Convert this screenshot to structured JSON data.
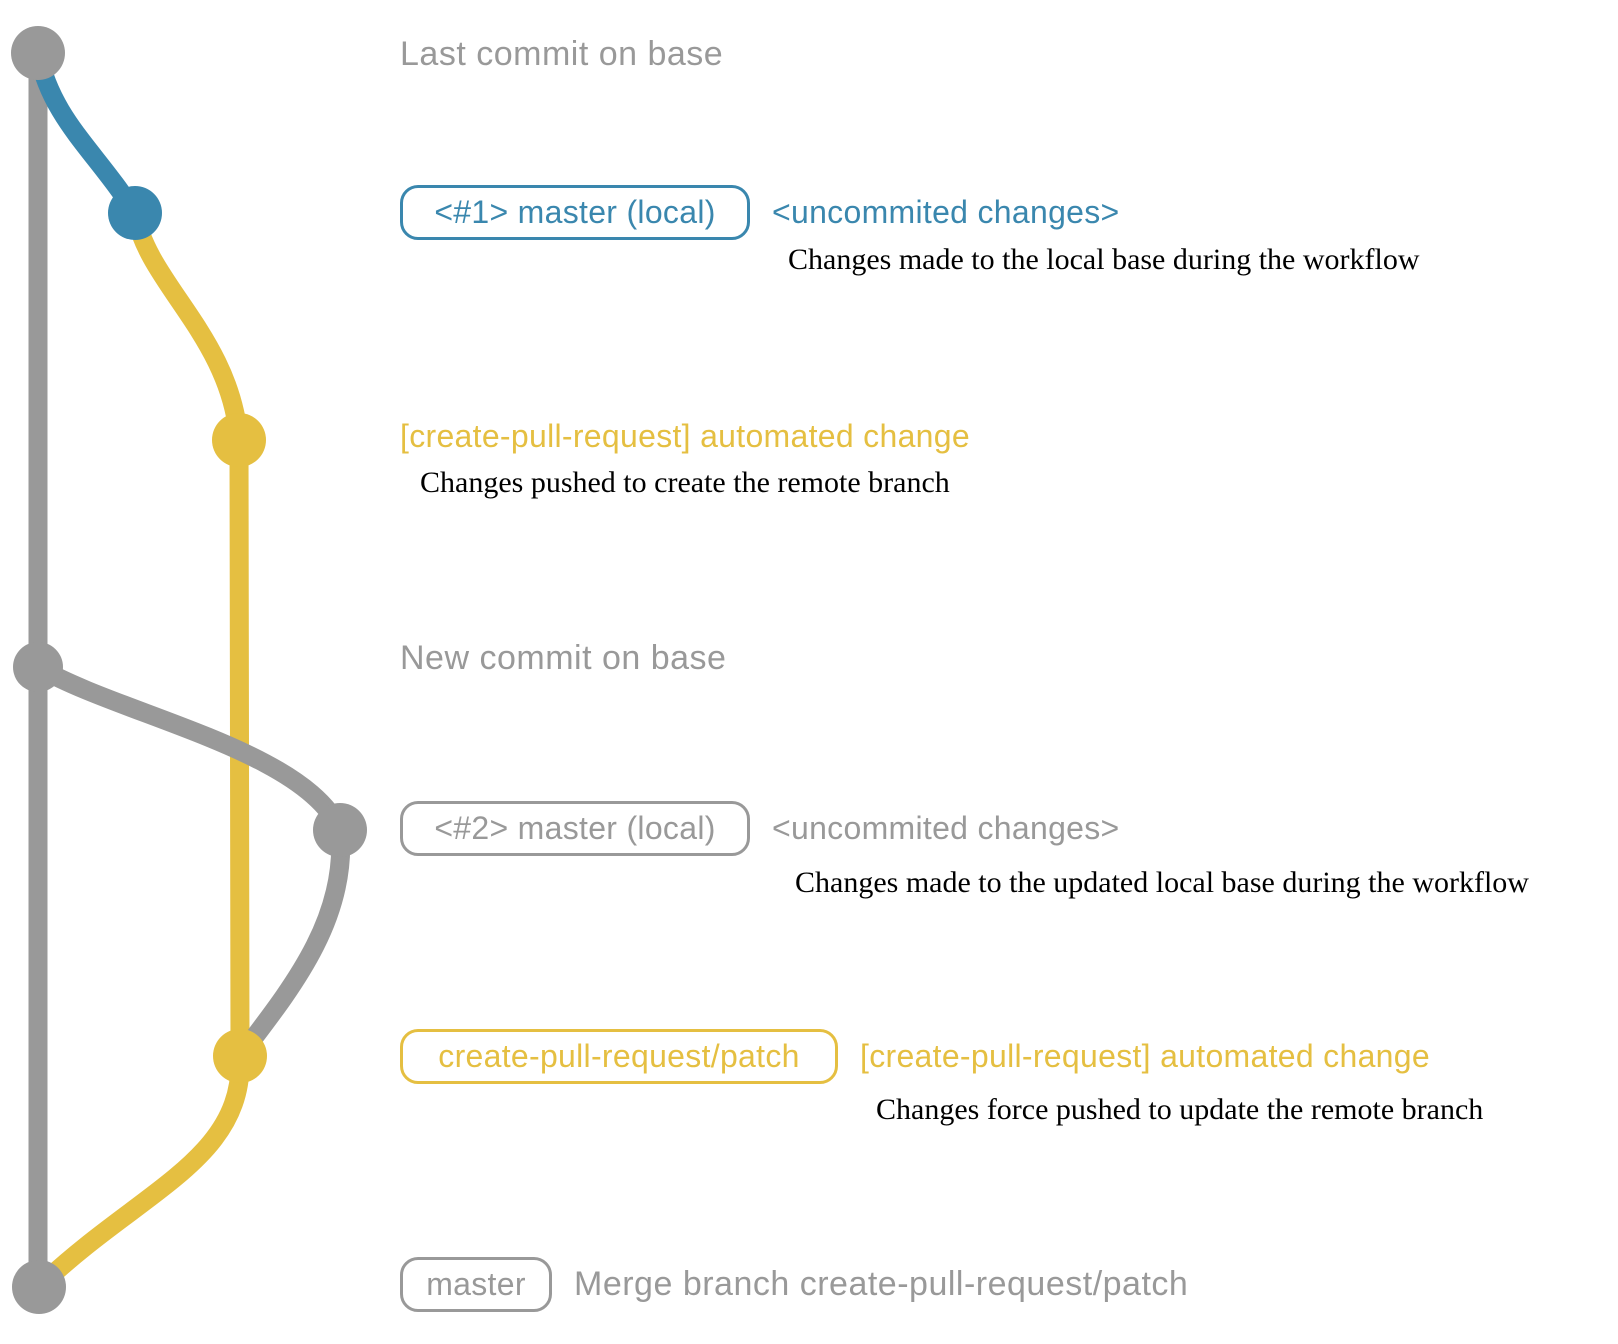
{
  "colors": {
    "background": "#ffffff",
    "gray": "#999999",
    "blue": "#3a87ae",
    "yellow": "#e5bf41",
    "text_dark": "#000000"
  },
  "graph": {
    "branches": [
      {
        "name": "base (remote master)",
        "color": "gray"
      },
      {
        "name": "local master #1",
        "color": "blue"
      },
      {
        "name": "create-pull-request/patch",
        "color": "yellow"
      },
      {
        "name": "local master #2",
        "color": "gray"
      }
    ],
    "commits": [
      {
        "id": "last-commit-on-base",
        "color": "gray"
      },
      {
        "id": "uncommitted-changes-1",
        "color": "blue"
      },
      {
        "id": "automated-change-1",
        "color": "yellow"
      },
      {
        "id": "new-commit-on-base",
        "color": "gray"
      },
      {
        "id": "uncommitted-changes-2",
        "color": "gray"
      },
      {
        "id": "automated-change-2",
        "color": "yellow"
      },
      {
        "id": "merge-commit",
        "color": "gray"
      }
    ]
  },
  "annotations": {
    "caption_last_commit": "Last commit on base",
    "row1": {
      "badge": "<#1> master (local)",
      "note": "<uncommited changes>",
      "description": "Changes made to the local base during the workflow"
    },
    "row2": {
      "message": "[create-pull-request] automated change",
      "description": "Changes pushed to create the remote branch"
    },
    "caption_new_commit": "New commit on base",
    "row3": {
      "badge": "<#2> master (local)",
      "note": "<uncommited changes>",
      "description": "Changes made to the updated local base during the workflow"
    },
    "row4": {
      "badge": "create-pull-request/patch",
      "note": "[create-pull-request] automated change",
      "description": "Changes force pushed to update the remote branch"
    },
    "row5": {
      "badge": "master",
      "caption": "Merge branch create-pull-request/patch"
    }
  }
}
